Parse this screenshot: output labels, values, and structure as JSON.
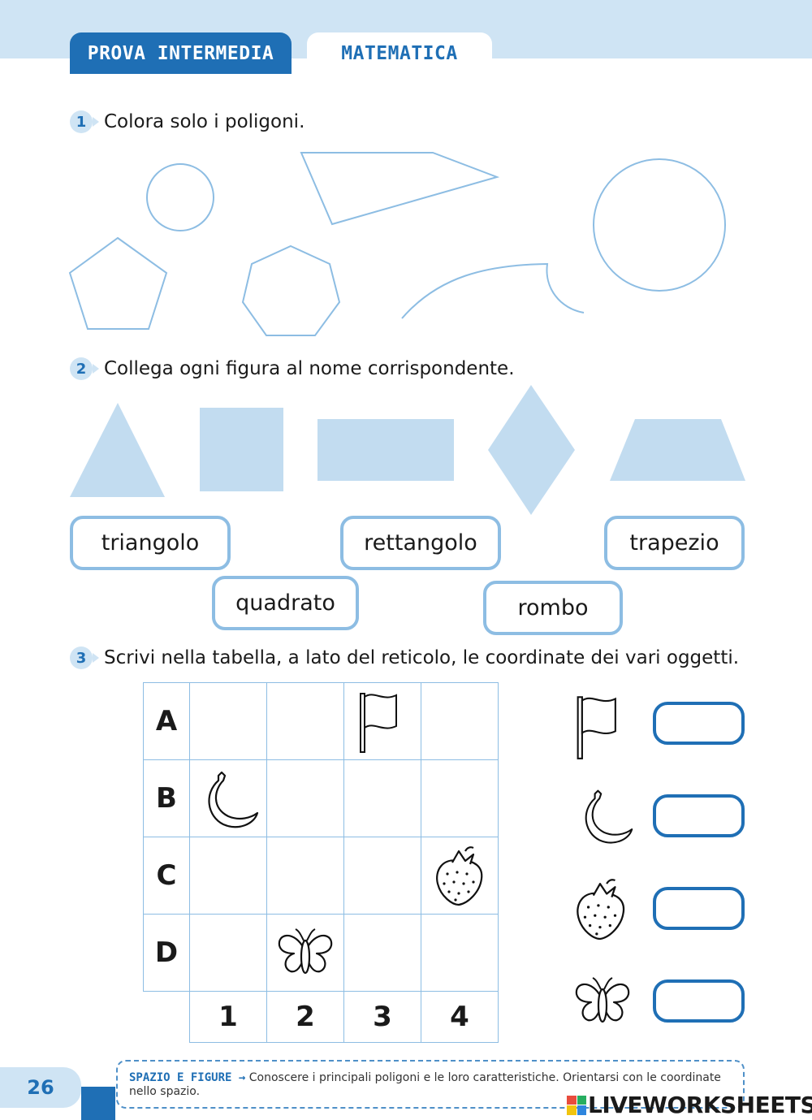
{
  "header": {
    "tab_main": "PROVA INTERMEDIA",
    "tab_sub": "MATEMATICA"
  },
  "exercises": [
    {
      "number": "1",
      "text": "Colora solo i poligoni."
    },
    {
      "number": "2",
      "text": "Collega ogni figura al nome corrispondente."
    },
    {
      "number": "3",
      "text": "Scrivi nella tabella, a lato del reticolo, le coordinate dei vari oggetti."
    }
  ],
  "labels": {
    "triangolo": "triangolo",
    "rettangolo": "rettangolo",
    "trapezio": "trapezio",
    "quadrato": "quadrato",
    "rombo": "rombo"
  },
  "grid": {
    "rows": [
      "A",
      "B",
      "C",
      "D"
    ],
    "cols": [
      "1",
      "2",
      "3",
      "4"
    ]
  },
  "footer": {
    "heading": "SPAZIO E FIGURE →",
    "text": " Conoscere i principali poligoni e le loro caratteristiche. Orientarsi con le coordinate nello spazio."
  },
  "page_number": "26",
  "brand": "LIVEWORKSHEETS",
  "colors": {
    "primary": "#1f6fb5",
    "light": "#cfe4f4",
    "shape_fill": "#c2dcf0",
    "outline": "#8dbde3"
  },
  "icons": [
    "flag-icon",
    "banana-icon",
    "strawberry-icon",
    "butterfly-icon"
  ]
}
